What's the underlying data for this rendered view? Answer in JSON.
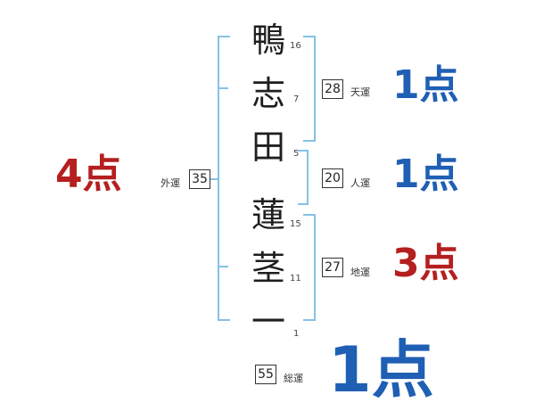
{
  "name": {
    "characters": [
      {
        "char": "鴨",
        "strokes": "16"
      },
      {
        "char": "志",
        "strokes": "7"
      },
      {
        "char": "田",
        "strokes": "5"
      },
      {
        "char": "蓮",
        "strokes": "15"
      },
      {
        "char": "茎",
        "strokes": "11"
      },
      {
        "char": "一",
        "strokes": "1"
      }
    ]
  },
  "fortunes": {
    "tenun": {
      "label": "天運",
      "value": "28",
      "score": "1点"
    },
    "jinun": {
      "label": "人運",
      "value": "20",
      "score": "1点"
    },
    "chiun": {
      "label": "地運",
      "value": "27",
      "score": "3点"
    },
    "gaiun": {
      "label": "外運",
      "value": "35",
      "score": "4点"
    },
    "souun": {
      "label": "総運",
      "value": "55",
      "score": "1点"
    }
  },
  "colors": {
    "bracket": "#86c1e6",
    "score_blue": "#1f5fb4",
    "score_red": "#b51f1f"
  }
}
